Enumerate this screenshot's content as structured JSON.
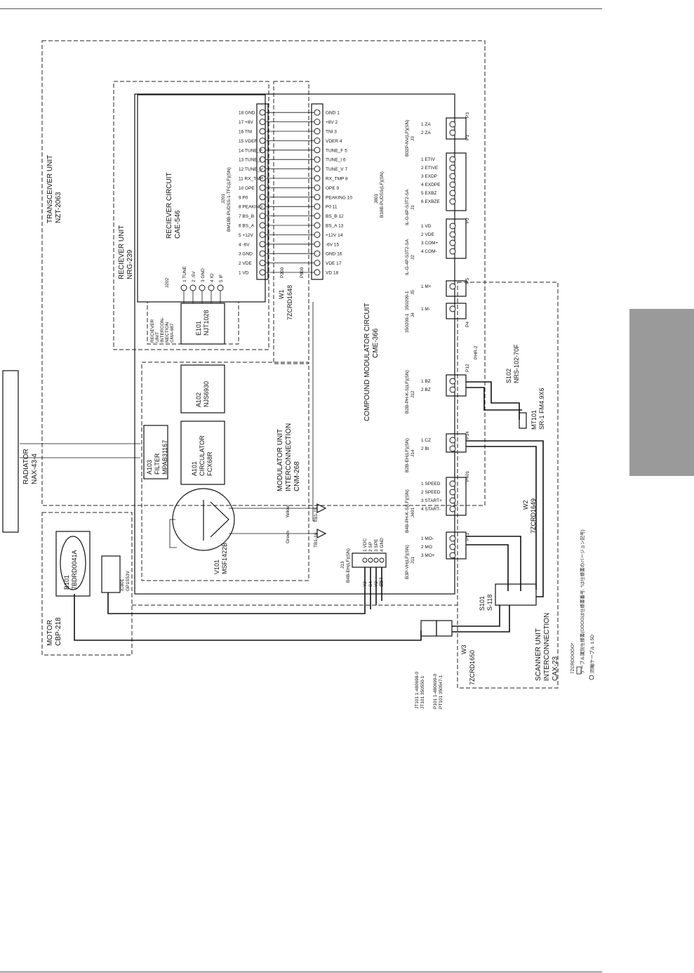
{
  "page": {
    "side_tab_color": "#9a9a9a"
  },
  "units": {
    "transceiver": {
      "title": "TRANSCEIVER UNIT",
      "model": "NZT-2063"
    },
    "receiver": {
      "title": "RECIEVER UNIT",
      "model": "NRG-239"
    },
    "receiver_circuit": {
      "title": "RECIEVER CIRCUIT",
      "model": "CAE-546"
    },
    "modulator": {
      "title_1": "MODULATOR UNIT",
      "title_2": "INTERCONNECTION",
      "model": "CNM-268"
    },
    "compound": {
      "title": "COMPOUND MODULATOR CIRCUIT",
      "model": "CME-366"
    },
    "scanner": {
      "title_1": "SCANNER UNIT",
      "title_2": "INTERCONNECTION",
      "model": "CAX-23"
    },
    "motor": {
      "title": "MOTOR",
      "model": "CBP-218"
    },
    "radiator": {
      "title": "RADIATOR",
      "model": "NAX-43-4"
    },
    "rx_interconnect": {
      "line1": "RECIEVER",
      "line2": "UNIT",
      "line3": "INTERCON-",
      "line4": "NECTION",
      "line5": "CMA-687"
    }
  },
  "components": {
    "e101": {
      "ref": "E101",
      "model": "NJT1028"
    },
    "a102": {
      "ref": "A102",
      "model": "NJS6930"
    },
    "a101": {
      "ref": "A101",
      "name": "CIRCULATOR",
      "model": "FCX68R"
    },
    "a103": {
      "ref": "A103",
      "name": "FILTER",
      "model": "MPAB31167"
    },
    "v101": {
      "ref": "V101",
      "model": "MSF1422B"
    },
    "b101": {
      "ref": "B101",
      "model": "7BDRD0041A"
    },
    "ic801": {
      "ref": "IC801",
      "model": "GP1S53V"
    },
    "s101": {
      "ref": "S101",
      "model": "S-118"
    },
    "s102": {
      "ref": "S102",
      "model": "NRS-102-70F"
    },
    "mt101": {
      "ref": "MT101",
      "model": "SR-1 FM4.9X6"
    }
  },
  "cables": {
    "w1": {
      "ref": "W1",
      "model": "7ZCRD1648"
    },
    "w2": {
      "ref": "W2",
      "model": "7ZCRD1649"
    },
    "w3": {
      "ref": "W3",
      "model": "7ZCRD1650"
    },
    "tb_labels": [
      "TB1-15",
      "TB1-16"
    ],
    "wire_colors": [
      "Yellow",
      "Green"
    ]
  },
  "connectors": {
    "j201": {
      "ref": "J201",
      "model": "BM18B-PUDSS-1-TFC(LF)(SN)",
      "pins": [
        "1 VD",
        "2 VDE",
        "3 GND",
        "4 -6V",
        "5 +12V",
        "6 BS_A",
        "7 BS_B",
        "8 PEAKING",
        "9 P0",
        "10 OPE",
        "11 RX_TMP",
        "12 TUNE_V",
        "13 TUNE_I",
        "14 TUNE_F",
        "15 VDER",
        "16 TNI",
        "17 +8V",
        "18 GND"
      ]
    },
    "j801": {
      "ref": "J801",
      "model": "B18B-PUDSS(LF)(SN)",
      "pins": [
        "VD 18",
        "VDE 17",
        "GND 16",
        "-6V 15",
        "+12V 14",
        "BS_A 13",
        "BS_B 12",
        "P0 11",
        "PEAKING 10",
        "OPE 9",
        "RX_TMP 8",
        "TUNE_V 7",
        "TUNE_I 6",
        "TUNE_F 5",
        "VDER 4",
        "TNI 3",
        "+8V 2",
        "GND 1"
      ]
    },
    "j202": {
      "ref": "J202",
      "pins": [
        "1 TUNE",
        "2 -5V",
        "3 GND",
        "4 IO",
        "5 IF"
      ]
    },
    "j3": {
      "ref": "J3",
      "model": "B02P-NV(LF)(SN)",
      "pins": [
        "1 ZA",
        "2 ZA"
      ]
    },
    "j1": {
      "ref": "J1",
      "model": "IL-G-6P-S3T2-SA",
      "pins": [
        "1 ETIV",
        "2 ETIVE",
        "3 EXDP",
        "4 EXDPE",
        "5 EXBZ",
        "6 EXBZE"
      ]
    },
    "j2": {
      "ref": "J2",
      "model": "IL-G-4P-S3T2-SA",
      "pins": [
        "1 VD",
        "2 VDE",
        "3 COM+",
        "4 COM-"
      ]
    },
    "j5": {
      "ref": "J5",
      "model": "350209-1",
      "pins": [
        "1 M+"
      ]
    },
    "j4": {
      "ref": "J4",
      "model": "350209-1",
      "pins": [
        "1 M-"
      ]
    },
    "j12": {
      "ref": "J12",
      "model": "B2B-PH-K-S(LF)(SN)",
      "pins": [
        "1 BZ",
        "2 BZ"
      ]
    },
    "j14": {
      "ref": "J14",
      "model": "B2B-EH(LF)(SN)",
      "pins": [
        "1 CZ",
        "2 BI"
      ]
    },
    "j401": {
      "ref": "J401",
      "model": "B4B-PH-K-S(LF)(SN)",
      "pins": [
        "1 SPEED",
        "2 SPEED",
        "3 START+",
        "4 START-"
      ]
    },
    "j11": {
      "ref": "J11",
      "model": "B3P-VH(LF)(SN)",
      "pins": [
        "1 MO-",
        "2 MO",
        "3 MO+"
      ]
    },
    "j13": {
      "ref": "J13",
      "model": "B4B-EH(LF)(SN)",
      "pins": [
        "1 VDC",
        "2 SP",
        "3 SPE",
        "4 GND"
      ]
    },
    "jt101": {
      "ref": "JT101",
      "model": "1-480698-0"
    },
    "jt101b": {
      "ref": "JT101",
      "model": "350550-1"
    },
    "p101": {
      "ref": "P101",
      "model": "1-480699-0"
    },
    "pt101": {
      "ref": "PT101",
      "model": "350547-1"
    }
  },
  "plugs": [
    "P1",
    "P2",
    "P3",
    "P4",
    "P5",
    "P11",
    "P12",
    "P13",
    "P14",
    "P401",
    "P200",
    "P800",
    "PHR-2"
  ],
  "j13_wire_tags": [
    "Y2",
    "S4",
    "Y2",
    "S3"
  ],
  "legend": {
    "line1": "7ZCRDOOOO*",
    "line2": "ケーブル識別仕様書(OOOOは仕様書番号, *は仕様書のバージョン記号)",
    "line3": ":同軸ケーブル 1.5D"
  }
}
